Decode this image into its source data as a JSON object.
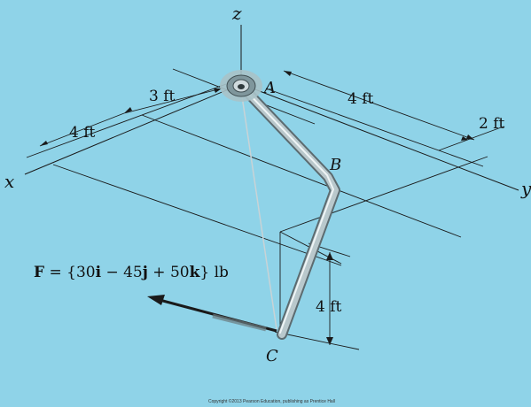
{
  "axes": {
    "z": "z",
    "x": "x",
    "y": "y"
  },
  "points": {
    "A": "A",
    "B": "B",
    "C": "C"
  },
  "dimensions": {
    "d1": "3 ft",
    "d2": "4 ft",
    "d3": "4 ft",
    "d4": "2 ft",
    "d5": "4 ft"
  },
  "force": {
    "bold_F": "F",
    "eq_open": " = {30",
    "i": "i",
    "mid1": " − 45",
    "j": "j",
    "mid2": " + 50",
    "k": "k",
    "close": "} lb"
  },
  "copyright": "Copyright ©2013 Pearson Education, publishing as Prentice Hall",
  "colors": {
    "background": "#8fd3e8",
    "pipe": "#b9c8cc",
    "lines": "#1a1a1a"
  }
}
